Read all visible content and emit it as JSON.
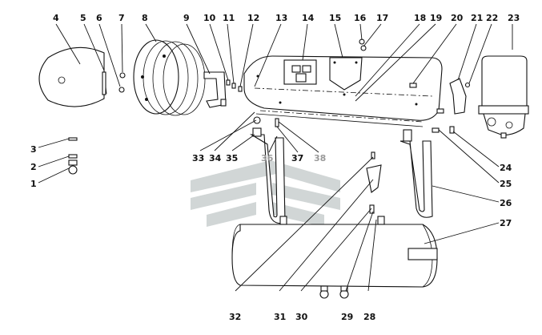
{
  "diagram": {
    "callouts": [
      "1",
      "2",
      "3",
      "4",
      "5",
      "6",
      "7",
      "8",
      "9",
      "10",
      "11",
      "12",
      "13",
      "14",
      "15",
      "16",
      "17",
      "18",
      "19",
      "20",
      "21",
      "22",
      "23",
      "24",
      "25",
      "26",
      "27",
      "28",
      "29",
      "30",
      "31",
      "32",
      "33",
      "34",
      "35",
      "36",
      "37",
      "38"
    ]
  }
}
